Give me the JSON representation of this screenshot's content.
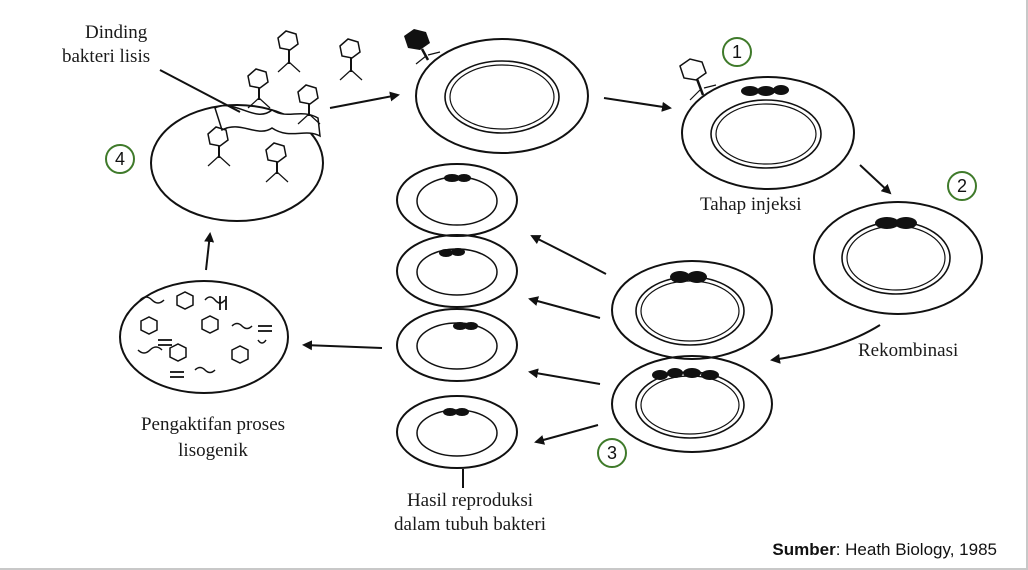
{
  "labels": {
    "wall_lysis_1": "Dinding",
    "wall_lysis_2": "bakteri lisis",
    "injection": "Tahap injeksi",
    "recombination": "Rekombinasi",
    "activation_1": "Pengaktifan proses",
    "activation_2": "lisogenik",
    "result_1": "Hasil reproduksi",
    "result_2": "dalam tubuh bakteri"
  },
  "steps": [
    "1",
    "2",
    "3",
    "4"
  ],
  "source": {
    "bold": "Sumber",
    "rest": ": Heath Biology, 1985"
  },
  "colors": {
    "step_ring": "#3f7a2a",
    "ink": "#111111"
  }
}
